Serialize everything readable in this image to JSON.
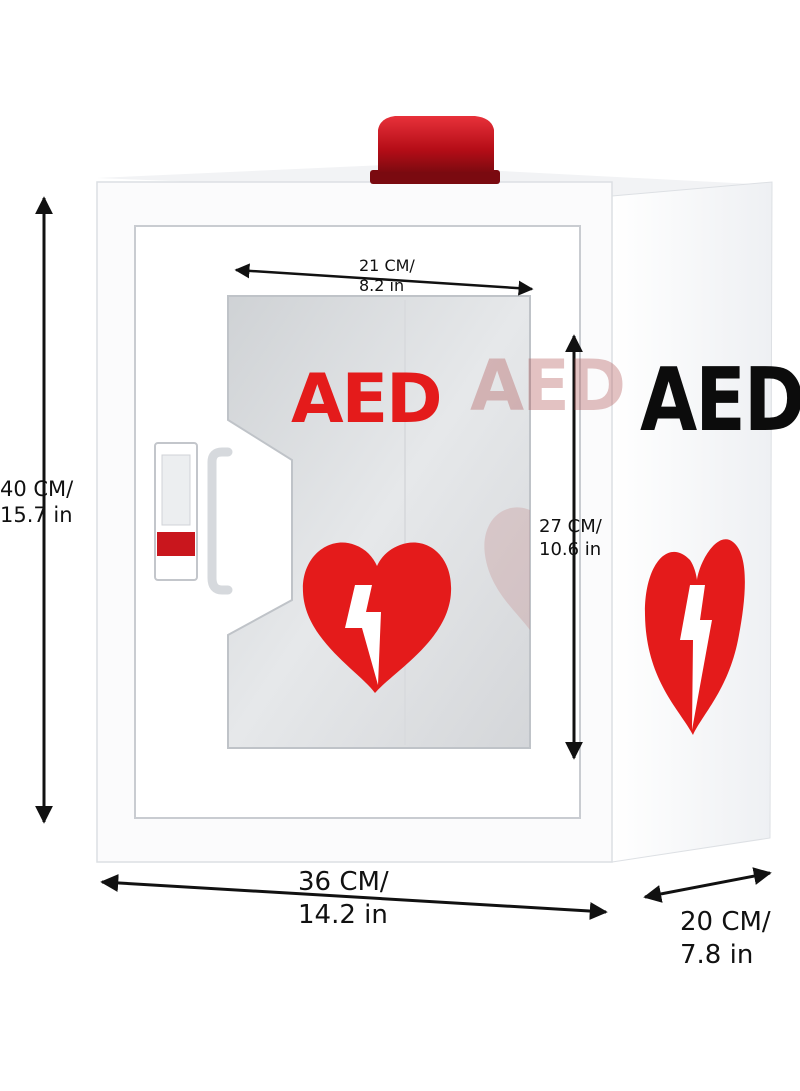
{
  "product": {
    "front_sign": "AED",
    "side_sign": "AED",
    "colors": {
      "sign_red": "#e41b1b",
      "side_text": "#0c0c0c",
      "beacon": "#c8101a",
      "cabinet": "#f6f7f9"
    },
    "icons": [
      "heart-lightning-icon",
      "beacon-light-icon",
      "dimension-arrow-icon"
    ]
  },
  "dimensions": {
    "height": {
      "metric": "40 CM/",
      "imperial": "15.7 in"
    },
    "width": {
      "metric": "36 CM/",
      "imperial": "14.2 in"
    },
    "depth": {
      "metric": "20 CM/",
      "imperial": "7.8 in"
    },
    "inner_width": {
      "metric": "21 CM/",
      "imperial": "8.2 in"
    },
    "inner_height": {
      "metric": "27 CM/",
      "imperial": "10.6 in"
    }
  }
}
